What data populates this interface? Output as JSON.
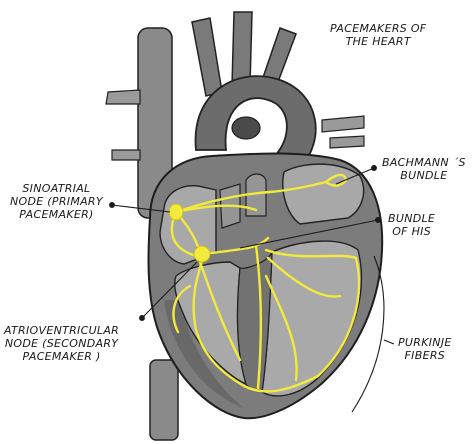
{
  "title": {
    "line1": "PACEMAKERS OF",
    "line2": "THE HEART"
  },
  "labels": {
    "sa_node": {
      "line1": "SINOATRIAL",
      "line2": "NODE (PRIMARY",
      "line3": "PACEMAKER)"
    },
    "av_node": {
      "line1": "ATRIOVENTRICULAR",
      "line2": "NODE (SECONDARY",
      "line3": "PACEMAKER )"
    },
    "bachmann": {
      "line1": "BACHMANN ´S",
      "line2": "BUNDLE"
    },
    "his": {
      "line1": "BUNDLE",
      "line2": "OF  HIS"
    },
    "purkinje": {
      "line1": "PURKINJE",
      "line2": "FIBERS"
    }
  },
  "colors": {
    "conduction": "#f2ea3c",
    "heart_dark": "#6e6e6e",
    "heart_mid": "#8c8c8c",
    "chamber": "#a9a9a9",
    "ink": "#1a1a1a"
  }
}
